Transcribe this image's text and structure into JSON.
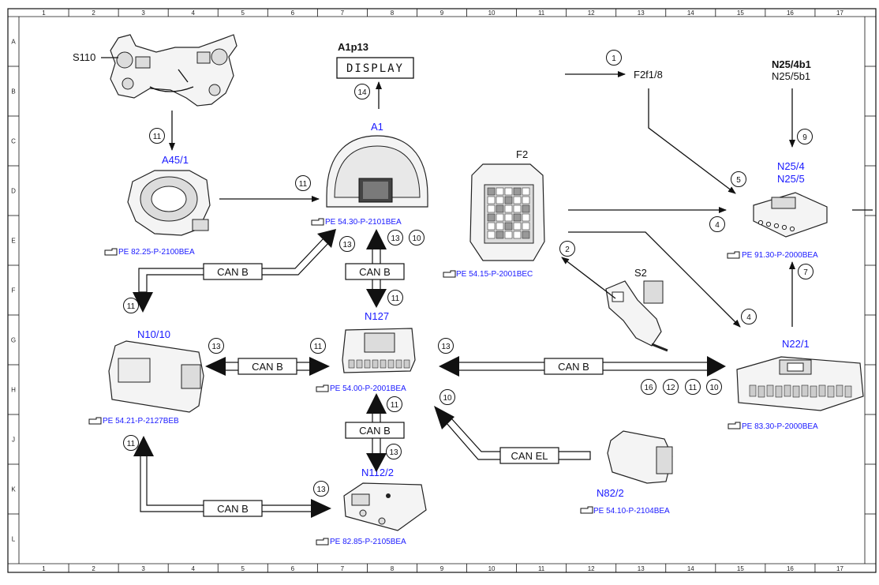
{
  "grid": {
    "columns": [
      "1",
      "2",
      "3",
      "4",
      "5",
      "6",
      "7",
      "8",
      "9",
      "10",
      "11",
      "12",
      "13",
      "14",
      "15",
      "16",
      "17"
    ],
    "rows": [
      "A",
      "B",
      "C",
      "D",
      "E",
      "F",
      "G",
      "H",
      "J",
      "K",
      "L"
    ]
  },
  "components": {
    "s110": {
      "label": "S110"
    },
    "a45_1": {
      "label": "A45/1",
      "ref": "PE 82.25-P-2100BEA"
    },
    "a1p13": {
      "label": "A1p13",
      "display_text": "DISPLAY"
    },
    "a1": {
      "label": "A1",
      "ref": "PE 54.30-P-2101BEA"
    },
    "f2": {
      "label": "F2",
      "ref": "PE 54.15-P-2001BEC"
    },
    "f2f1_8": {
      "label": "F2f1/8"
    },
    "n25_4b1": {
      "label1": "N25/4b1",
      "label2": "N25/5b1"
    },
    "n25_4": {
      "label1": "N25/4",
      "label2": "N25/5",
      "ref": "PE 91.30-P-2000BEA"
    },
    "s2": {
      "label": "S2"
    },
    "n22_1": {
      "label": "N22/1",
      "ref": "PE 83.30-P-2000BEA"
    },
    "n10_10": {
      "label": "N10/10",
      "ref": "PE 54.21-P-2127BEB"
    },
    "n127": {
      "label": "N127",
      "ref": "PE 54.00-P-2001BEA"
    },
    "n112_2": {
      "label": "N112/2",
      "ref": "PE 82.85-P-2105BEA"
    },
    "n82_2": {
      "label": "N82/2",
      "ref": "PE 54.10-P-2104BEA"
    }
  },
  "buses": {
    "can_b": "CAN B",
    "can_el": "CAN EL"
  },
  "badges": {
    "n1": "1",
    "n2": "2",
    "n4": "4",
    "n5": "5",
    "n7": "7",
    "n9": "9",
    "n10": "10",
    "n11": "11",
    "n12": "12",
    "n13": "13",
    "n14": "14",
    "n16": "16"
  },
  "colors": {
    "component_label": "#1a1aff",
    "reference": "#1a1aff",
    "text": "#111111",
    "line": "#111111"
  }
}
